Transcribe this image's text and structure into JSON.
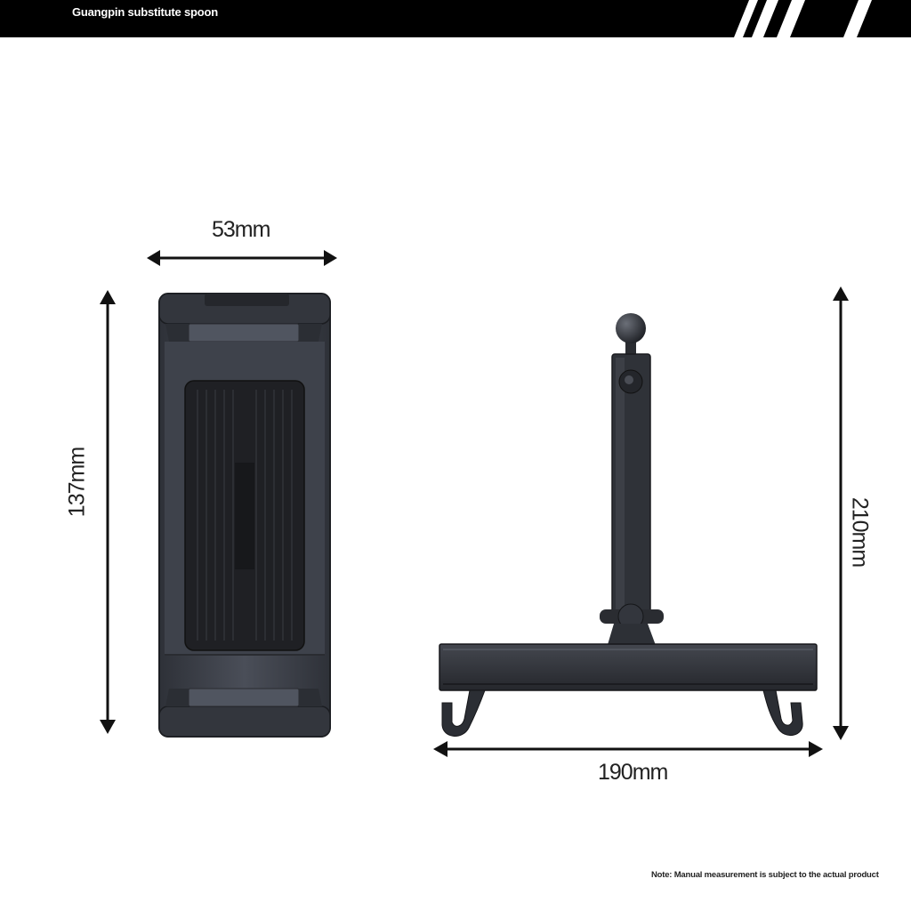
{
  "header": {
    "brand": "Guangpin substitute spoon"
  },
  "dimensions": {
    "holder_width": "53mm",
    "holder_height": "137mm",
    "bracket_width": "190mm",
    "bracket_height": "210mm"
  },
  "footer": {
    "note": "Note: Manual measurement is subject to the actual product"
  },
  "colors": {
    "bar": "#000000",
    "arrow": "#111111",
    "product": "#3a3e47"
  }
}
